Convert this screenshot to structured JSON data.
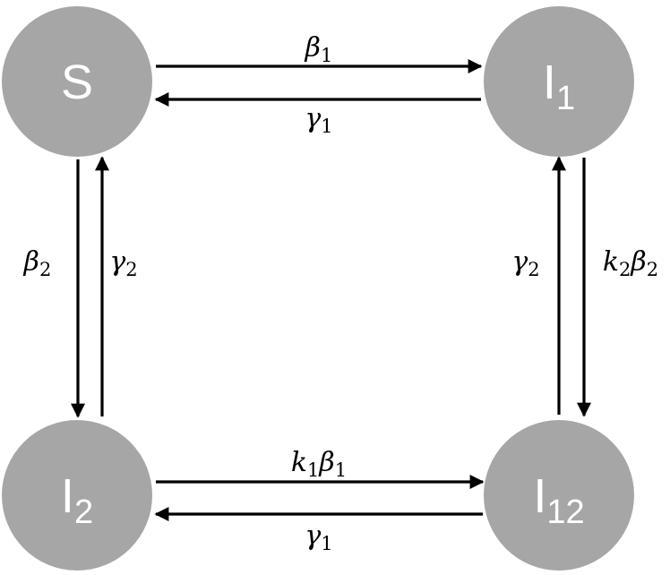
{
  "diagram": {
    "nodes": {
      "s": {
        "main": "S",
        "sub": ""
      },
      "i1": {
        "main": "I",
        "sub": "1"
      },
      "i2": {
        "main": "I",
        "sub": "2"
      },
      "i12": {
        "main": "I",
        "sub": "12"
      }
    },
    "edges": {
      "s_to_i1": {
        "symbol": "β",
        "sub": "1",
        "prefix": "",
        "prefix_sub": ""
      },
      "i1_to_s": {
        "symbol": "γ",
        "sub": "1",
        "prefix": "",
        "prefix_sub": ""
      },
      "s_to_i2": {
        "symbol": "β",
        "sub": "2",
        "prefix": "",
        "prefix_sub": ""
      },
      "i2_to_s": {
        "symbol": "γ",
        "sub": "2",
        "prefix": "",
        "prefix_sub": ""
      },
      "i1_to_i12": {
        "symbol": "β",
        "sub": "2",
        "prefix": "k",
        "prefix_sub": "2"
      },
      "i12_to_i1": {
        "symbol": "γ",
        "sub": "2",
        "prefix": "",
        "prefix_sub": ""
      },
      "i2_to_i12": {
        "symbol": "β",
        "sub": "1",
        "prefix": "k",
        "prefix_sub": "1"
      },
      "i12_to_i2": {
        "symbol": "γ",
        "sub": "1",
        "prefix": "",
        "prefix_sub": ""
      }
    },
    "colors": {
      "node_fill": "#a6a6a6",
      "node_text": "#ffffff",
      "edge": "#000000"
    }
  }
}
